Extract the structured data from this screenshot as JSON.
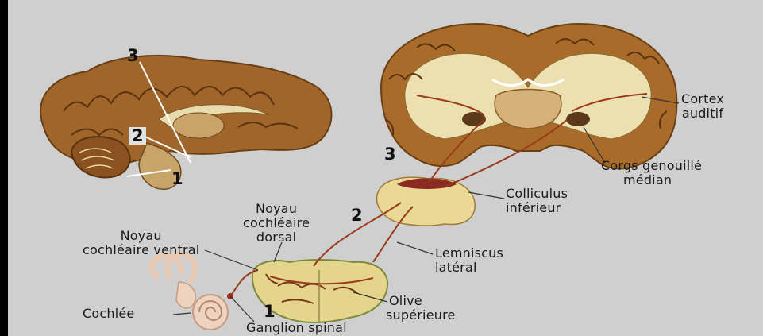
{
  "diagram": {
    "labels": {
      "cortex": [
        "Cortex",
        "auditif"
      ],
      "corps_genouille": [
        "Corgs genouillé",
        "médian"
      ],
      "colliculus": [
        "Colliculus",
        "inférieur"
      ],
      "lemniscus": [
        "Lemniscus",
        "latéral"
      ],
      "noyau_dorsal": [
        "Noyau",
        "cochléaire",
        "dorsal"
      ],
      "noyau_ventral": [
        "Noyau",
        "cochléaire ventral"
      ],
      "olive": [
        "Olive",
        "supérieure"
      ],
      "cochlee": "Cochlée",
      "ganglion": "Ganglion spinal"
    },
    "numbers": {
      "sagittal_top": "3",
      "sagittal_mid": "2",
      "sagittal_bottom": "1",
      "level_3": "3",
      "level_2": "2",
      "level_1": "1"
    }
  },
  "colors": {
    "background": "#cfcfcf",
    "frame": "#000000",
    "brain_tissue": "#a86b2a",
    "white_matter": "#e6d9a6",
    "pathway": "#9a3a1c"
  }
}
